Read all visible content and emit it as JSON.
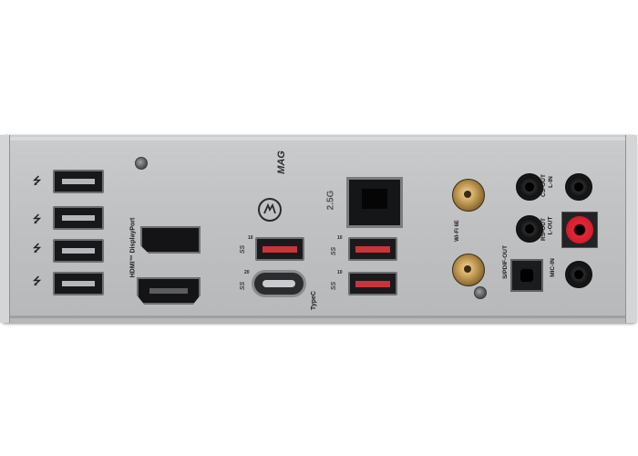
{
  "labels": {
    "brand": "MAG",
    "lan_speed": "2.5G",
    "hdmi_dp": "HDMI™ DisplayPort",
    "typec": "TypeC",
    "wifi": "Wi-Fi 6E",
    "cs_out": "CS-OUT",
    "l_in": "L-IN",
    "rs_out": "RS-OUT",
    "l_out": "L-OUT",
    "spdif_out": "S/PDIF-OUT",
    "mic_in": "MIC-IN",
    "ss_red1": "SS",
    "ss_red2": "SS",
    "ss_red3": "SS",
    "ss_c": "SS",
    "speed_10": "10",
    "speed_20": "20",
    "speed_10b": "10",
    "speed_10c": "10",
    "usb_icon": "⭍"
  },
  "colors": {
    "shield": "#c0c2c4",
    "port_red": "#c8343b",
    "jack_red": "#e32636",
    "antenna_gold": "#c9a15a"
  }
}
